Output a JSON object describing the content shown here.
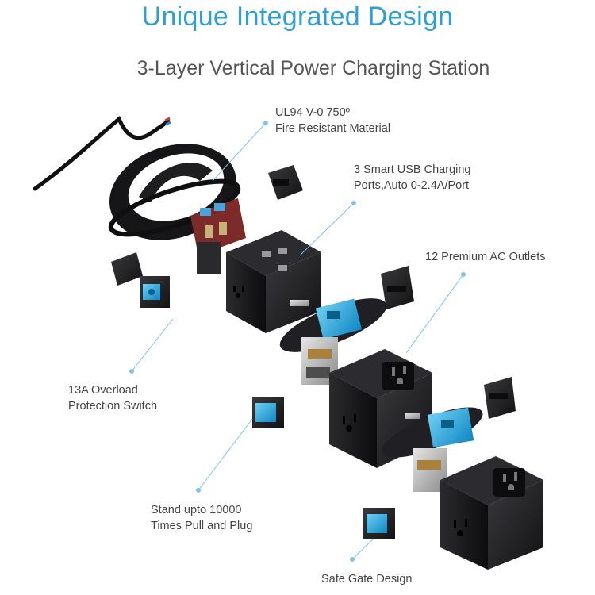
{
  "header": {
    "title": "Unique Integrated Design",
    "subtitle": "3-Layer Vertical Power Charging Station"
  },
  "callouts": {
    "fire_resistant": "UL94 V-0 750º\nFire Resistant Material",
    "usb_ports": "3 Smart USB Charging\nPorts,Auto 0-2.4A/Port",
    "ac_outlets": "12 Premium AC Outlets",
    "overload_switch": "13A Overload\nProtection Switch",
    "pull_plug": "Stand upto 10000\nTimes Pull and Plug",
    "safe_gate": "Safe Gate Design"
  },
  "colors": {
    "accent": "#2e9fd6",
    "text": "#444444",
    "body": "#1e1e20",
    "shutter": "#1aa0d8"
  }
}
